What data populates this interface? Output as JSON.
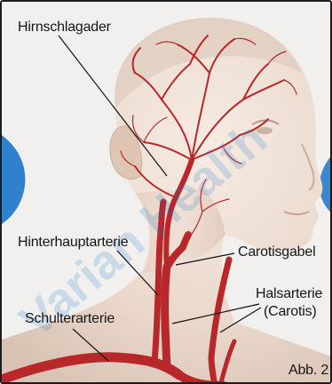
{
  "figure": {
    "labels": {
      "hirnschlagader": "Hirnschlagader",
      "hinterhauptarterie": "Hinterhauptarterie",
      "carotisgabel": "Carotisgabel",
      "halsarterie_line1": "Halsarterie",
      "halsarterie_line2": "(Carotis)",
      "schulterarterie": "Schulterarterie"
    },
    "caption": "Abb. 2",
    "watermark": "Varian Health"
  },
  "colors": {
    "artery": "#b8282a",
    "skin": "#e9d6c9",
    "frame": "#1c1c1c",
    "brand_blue": "#1a73c9"
  }
}
